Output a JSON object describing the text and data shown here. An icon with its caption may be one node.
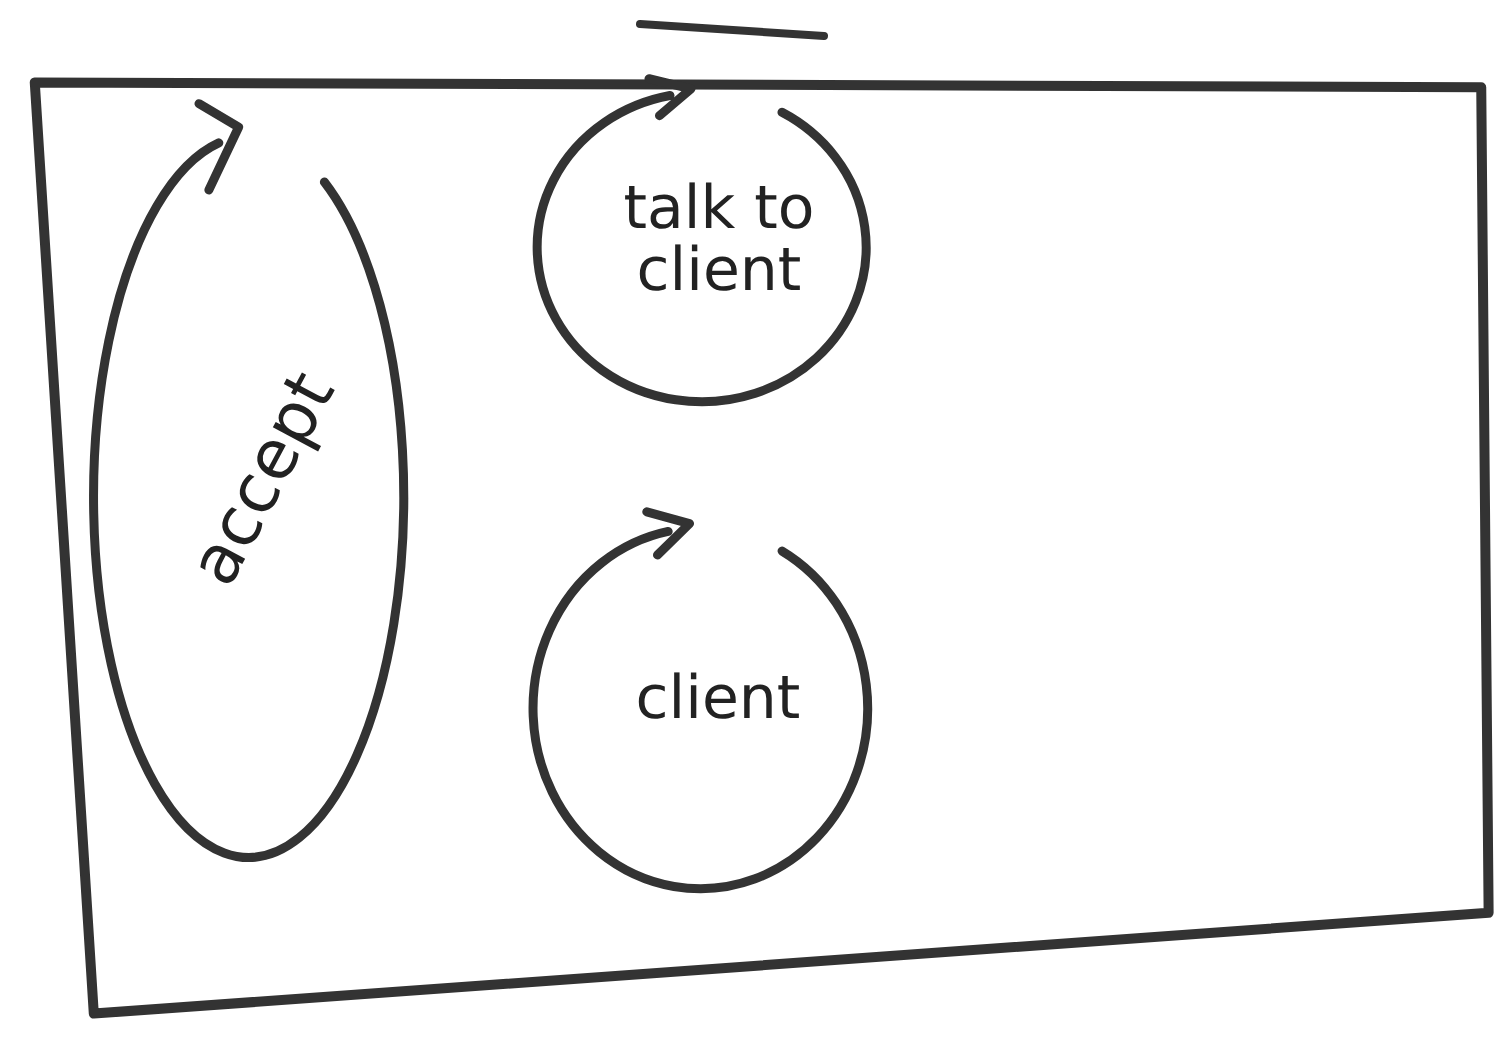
{
  "diagram": {
    "nodes": [
      {
        "text": [],
        "shape": "box"
      },
      {
        "text": [
          "accept"
        ],
        "in": 0
      },
      {
        "text": [
          "talk to client"
        ],
        "in": 0
      },
      {
        "text": [
          "client"
        ],
        "in": 0
      }
    ],
    "edges": []
  }
}
